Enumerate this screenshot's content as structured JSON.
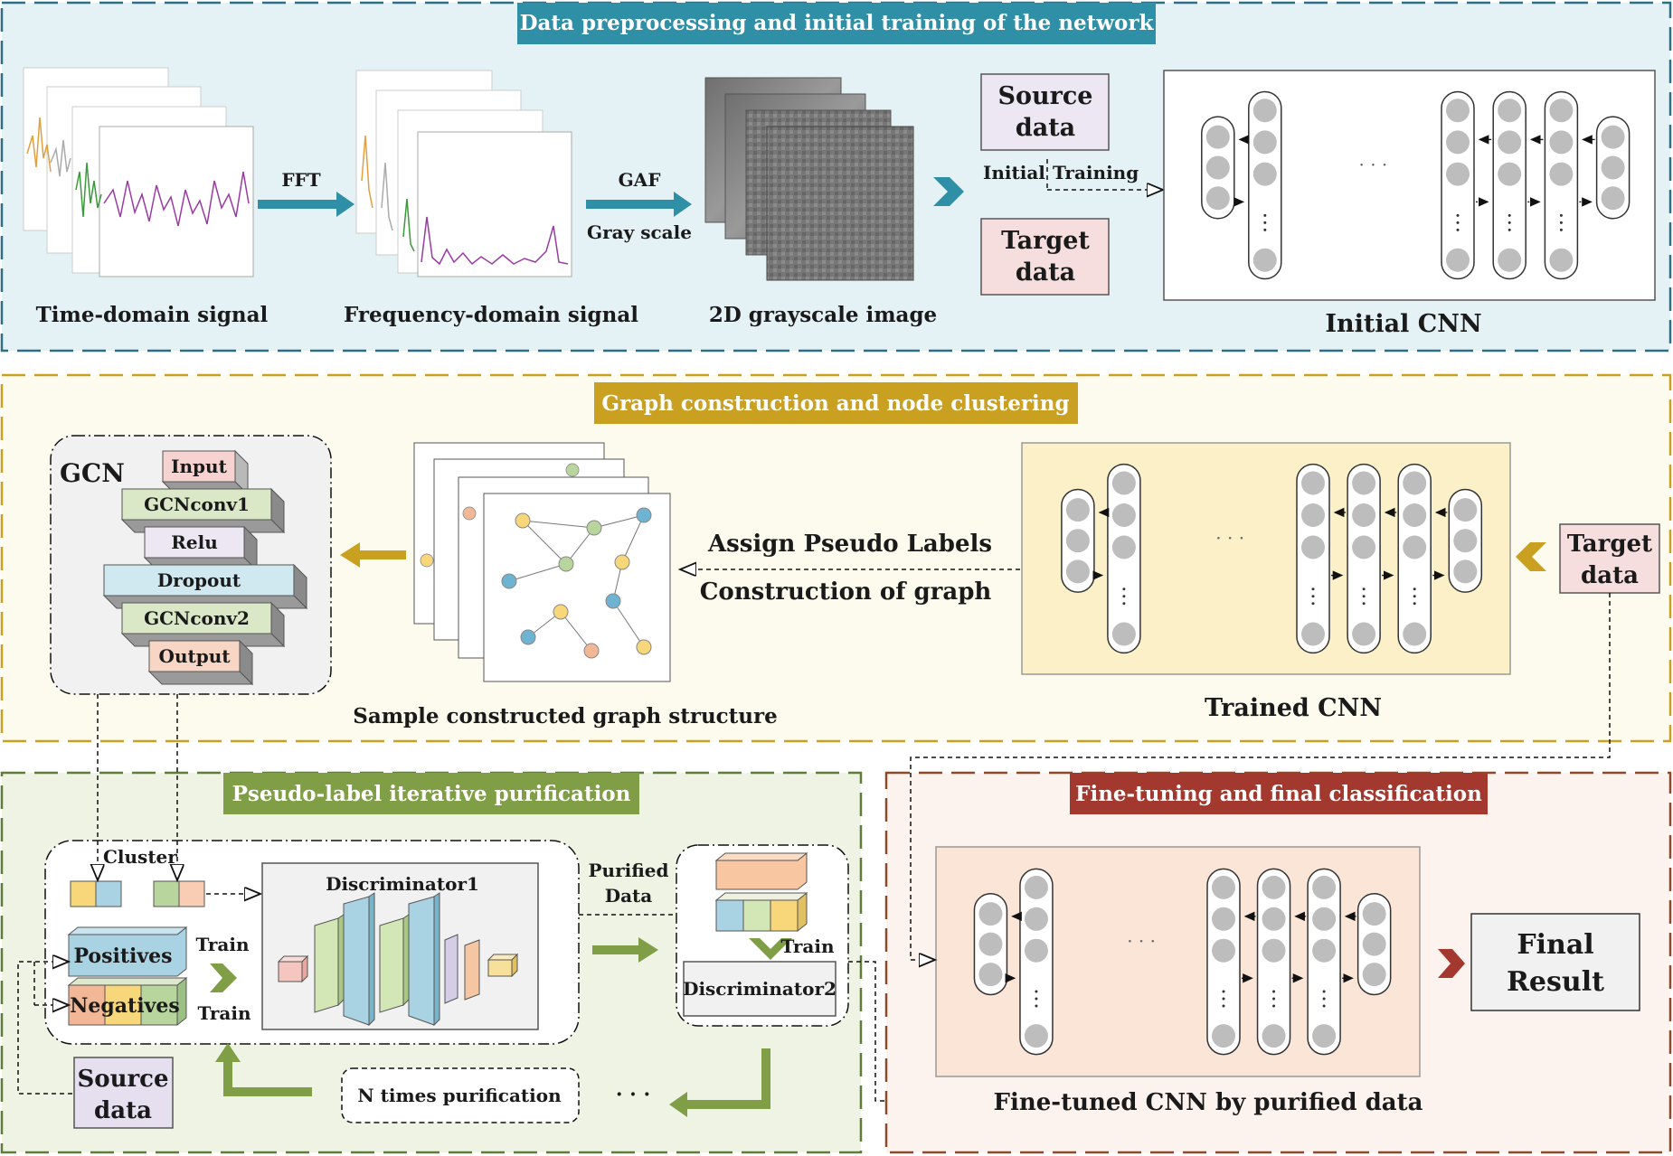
{
  "sections": {
    "top": {
      "title": "Data preprocessing and initial training of the network",
      "time_label": "Time-domain signal",
      "fft": "FFT",
      "freq_label": "Frequency-domain signal",
      "gaf": "GAF",
      "gray": "Gray scale",
      "image_label": "2D grayscale image",
      "source_line1": "Source",
      "source_line2": "data",
      "initial": "Initial",
      "training": "Training",
      "target_line1": "Target",
      "target_line2": "data",
      "cnn_label": "Initial CNN"
    },
    "middle": {
      "title": "Graph construction and node clustering",
      "gcn": "GCN",
      "layers": [
        "Input",
        "GCNconv1",
        "Relu",
        "Dropout",
        "GCNconv2",
        "Output"
      ],
      "graph_label": "Sample constructed graph structure",
      "assign": "Assign Pseudo Labels",
      "construction": "Construction of graph",
      "cnn_label": "Trained CNN",
      "target_line1": "Target",
      "target_line2": "data"
    },
    "bottom_left": {
      "title": "Pseudo-label iterative purification",
      "cluster": "Cluster",
      "discriminator1": "Discriminator1",
      "purified_line1": "Purified",
      "purified_line2": "Data",
      "positives": "Positives",
      "negatives": "Negatives",
      "train_top": "Train",
      "train_bottom": "Train",
      "train_right": "Train",
      "discriminator2": "Discriminator2",
      "source_line1": "Source",
      "source_line2": "data",
      "n_times": "N times purification",
      "dots": "· · ·"
    },
    "bottom_right": {
      "title": "Fine-tuning and final classification",
      "cnn_label": "Fine-tuned CNN by purified data",
      "final_line1": "Final",
      "final_line2": "Result"
    }
  },
  "ellipsis": "· · ·",
  "colors": {
    "teal": "#2f8fa6",
    "gold": "#c9a020",
    "olive": "#7f9e45",
    "brick": "#a3392e"
  }
}
